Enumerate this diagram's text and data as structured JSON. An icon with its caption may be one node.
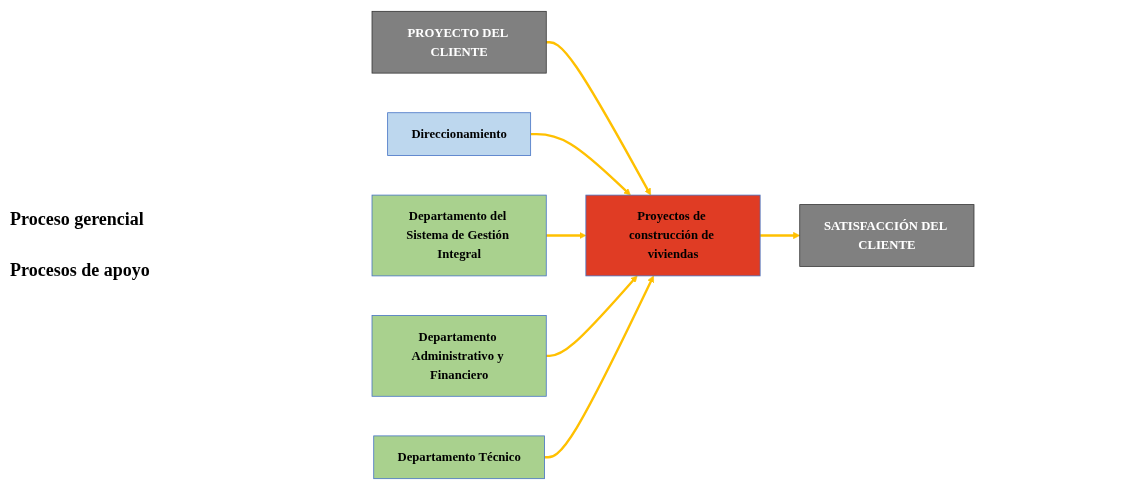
{
  "diagram": {
    "nodes": [
      {
        "text": [
          "PROYECTO DEL CLIENTE"
        ]
      },
      {
        "text": [
          "Direccionamiento"
        ]
      },
      {
        "text": [
          "Proyectos de construcción de viviendas"
        ]
      },
      {
        "text": [
          "Departamento del Sistema de Gestión Integral"
        ]
      },
      {
        "text": [
          "Departamento Administrativo y Financiero"
        ]
      },
      {
        "text": [
          "Departamento Técnico"
        ]
      },
      {
        "text": [
          "SATISFACCIÓN DEL CLIENTE"
        ]
      }
    ],
    "edges": [
      {
        "from": 0,
        "to": 2,
        "arrow": "to"
      },
      {
        "from": 1,
        "to": 2,
        "arrow": "to"
      },
      {
        "from": 3,
        "to": 2,
        "arrow": "to"
      },
      {
        "from": 4,
        "to": 2,
        "arrow": "to"
      },
      {
        "from": 5,
        "to": 2,
        "arrow": "to"
      },
      {
        "from": 2,
        "to": 6,
        "arrow": "to"
      }
    ],
    "labels": [
      "Proceso gerencial",
      "Procesos de apoyo"
    ]
  }
}
